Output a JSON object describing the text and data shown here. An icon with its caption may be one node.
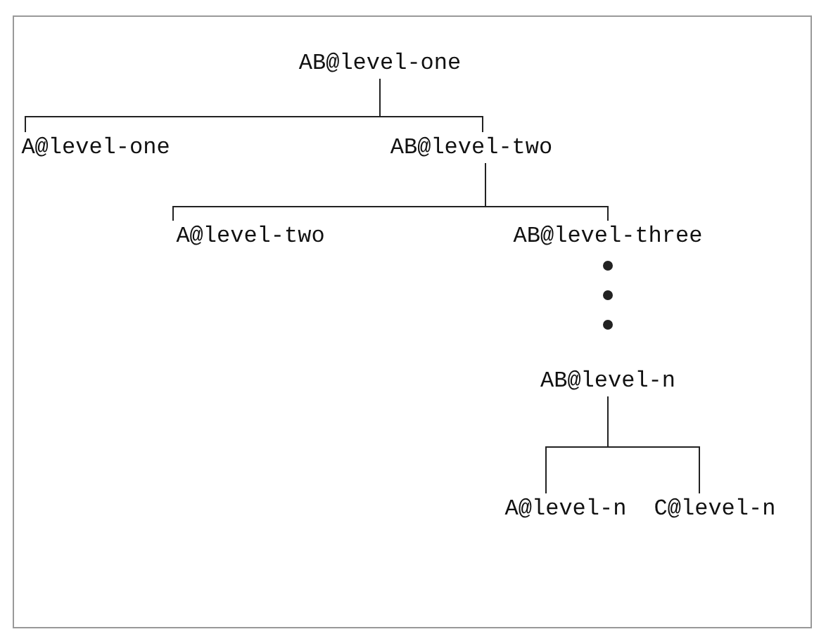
{
  "diagram": {
    "nodes": [
      {
        "text": [
          "AB@level-one"
        ]
      },
      {
        "text": [
          "A@level-one"
        ]
      },
      {
        "text": [
          "AB@level-two"
        ]
      },
      {
        "text": [
          "A@level-two"
        ]
      },
      {
        "text": [
          "AB@level-three"
        ]
      },
      {
        "text": [
          "AB@level-n"
        ]
      },
      {
        "text": [
          "A@level-n"
        ]
      },
      {
        "text": [
          "C@level-n"
        ]
      }
    ],
    "edges": [
      {
        "from": 0,
        "to": 1,
        "arrow": "none"
      },
      {
        "from": 0,
        "to": 2,
        "arrow": "none"
      },
      {
        "from": 2,
        "to": 3,
        "arrow": "none"
      },
      {
        "from": 2,
        "to": 4,
        "arrow": "none"
      },
      {
        "from": 4,
        "to": 5,
        "arrow": "none",
        "style": "dashed"
      },
      {
        "from": 5,
        "to": 6,
        "arrow": "none"
      },
      {
        "from": 5,
        "to": 7,
        "arrow": "none"
      }
    ]
  }
}
